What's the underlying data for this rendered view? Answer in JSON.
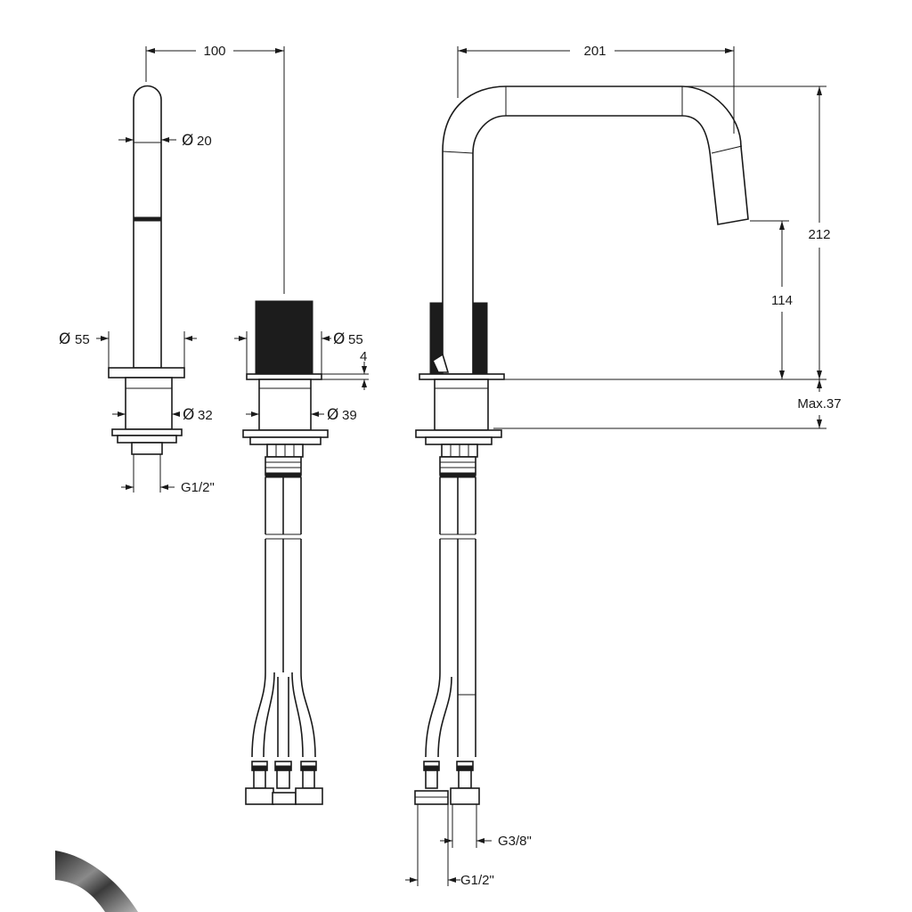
{
  "dimensions": {
    "top_width_left": "100",
    "top_width_right": "201",
    "spout_diameter": "20",
    "base_diameter_left": "55",
    "base_diameter_middle": "55",
    "body_diameter_left": "32",
    "body_diameter_middle": "39",
    "thread_left": "G1/2\"",
    "plate_thickness": "4",
    "total_height": "212",
    "outlet_height": "114",
    "max_deck": "Max.37",
    "thread_hose_small": "G3/8\"",
    "thread_hose_large": "G1/2\""
  },
  "symbols": {
    "diameter": "Ø"
  },
  "colors": {
    "line": "#1a1a1a",
    "fill_dark": "#1c1c1c",
    "background": "#ffffff"
  }
}
